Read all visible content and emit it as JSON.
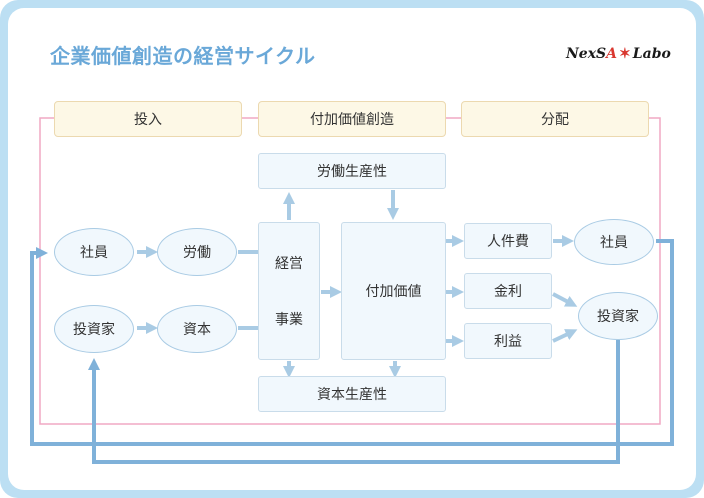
{
  "title": "企業価値創造の経営サイクル",
  "logo": {
    "text_a": "NexS",
    "text_b": "A",
    "star": "✶",
    "text_c": "Labo"
  },
  "headers": {
    "input": "投入",
    "creation": "付加価値創造",
    "distribution": "分配"
  },
  "nodes": {
    "employee_left": "社員",
    "labor": "労働",
    "investor_left": "投資家",
    "capital": "資本",
    "management": "経営",
    "business": "事業",
    "labor_productivity": "労働生産性",
    "added_value": "付加価値",
    "capital_productivity": "資本生産性",
    "personnel_cost": "人件費",
    "interest": "金利",
    "profit": "利益",
    "employee_right": "社員",
    "investor_right": "投資家"
  },
  "colors": {
    "arrow": "#a9cbe4",
    "return_line": "#7fb1d9",
    "pink": "#f0a9c4"
  }
}
